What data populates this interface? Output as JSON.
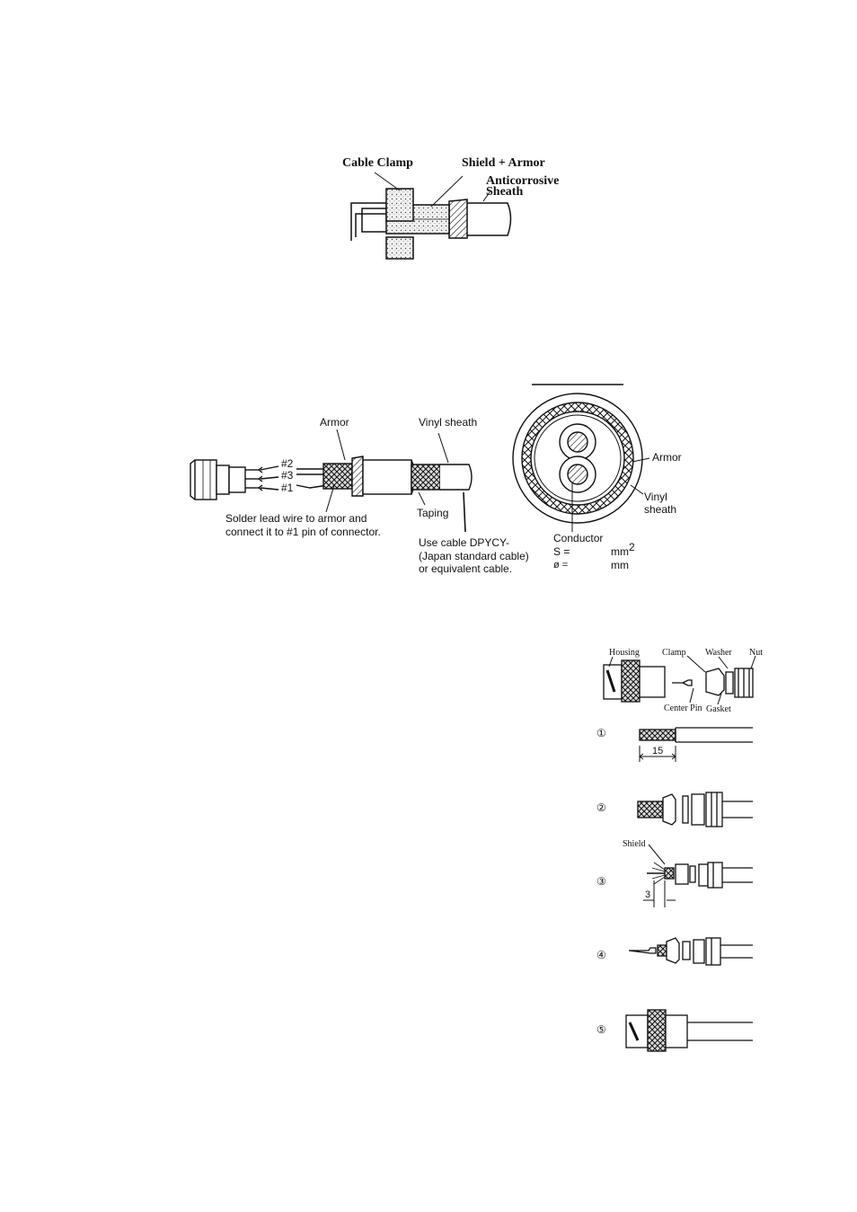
{
  "fig1": {
    "cable_clamp": "Cable Clamp",
    "shield_armor": "Shield + Armor",
    "anticorrosive": "Anticorrosive",
    "sheath": "Sheath"
  },
  "fig2": {
    "armor": "Armor",
    "vinyl_sheath": "Vinyl sheath",
    "pin2": "#2",
    "pin3": "#3",
    "pin1": "#1",
    "taping": "Taping",
    "solder_line1": "Solder lead wire to armor and",
    "solder_line2": "connect it to #1 pin of connector.",
    "use_line1": "Use cable DPYCY-",
    "use_line2": "(Japan standard cable)",
    "use_line3": "or equivalent cable."
  },
  "fig3": {
    "armor": "Armor",
    "vinyl": "Vinyl",
    "sheath": "sheath",
    "conductor": "Conductor",
    "s_label": "S =",
    "s_unit": "mm",
    "s_exp": "2",
    "d_label": "ø =",
    "d_unit": "mm"
  },
  "fig4": {
    "housing": "Housing",
    "clamp": "Clamp",
    "washer": "Washer",
    "nut": "Nut",
    "center_pin": "Center Pin",
    "gasket": "Gasket",
    "step1": "①",
    "step2": "②",
    "step3": "③",
    "step4": "④",
    "step5": "⑤",
    "dim15": "15",
    "dim3": "3",
    "shield": "Shield"
  }
}
